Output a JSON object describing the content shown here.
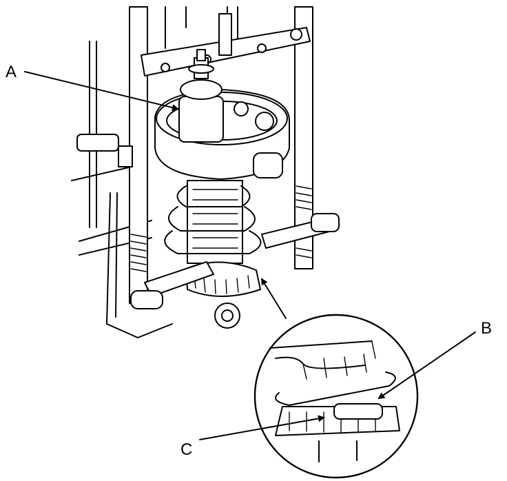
{
  "labels": {
    "a": "A",
    "b": "B",
    "c": "C"
  },
  "colors": {
    "ink": "#000000",
    "paper": "#ffffff"
  }
}
